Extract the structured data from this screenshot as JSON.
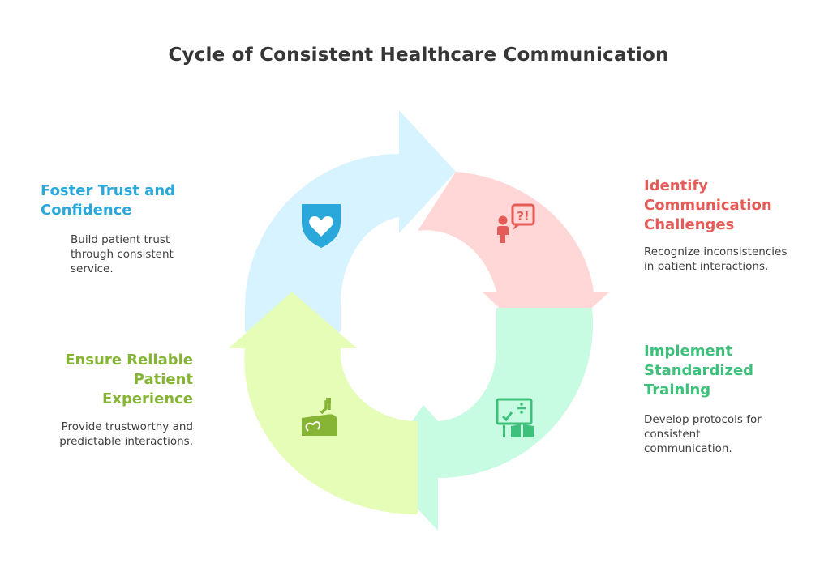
{
  "title": "Cycle of Consistent Healthcare Communication",
  "stages": [
    {
      "heading_lines": [
        "Foster Trust and",
        "Confidence"
      ],
      "description_lines": [
        "Build patient trust",
        "through consistent",
        "service."
      ],
      "color": "#2aa8dc",
      "fill": "#d6f3ff",
      "icon": "shield-heart-icon"
    },
    {
      "heading_lines": [
        "Identify",
        "Communication",
        "Challenges"
      ],
      "description_lines": [
        "Recognize inconsistencies",
        "in patient interactions."
      ],
      "color": "#e45b57",
      "fill": "#ffd7d6",
      "icon": "person-speech-alert-icon"
    },
    {
      "heading_lines": [
        "Implement",
        "Standardized",
        "Training"
      ],
      "description_lines": [
        "Develop protocols for",
        "consistent",
        "communication."
      ],
      "color": "#3cc07a",
      "fill": "#c7fbe2",
      "icon": "training-board-book-icon"
    },
    {
      "heading_lines": [
        "Ensure Reliable",
        "Patient",
        "Experience"
      ],
      "description_lines": [
        "Provide trustworthy and",
        "predictable interactions."
      ],
      "color": "#86b535",
      "fill": "#e6fdb8",
      "icon": "hand-stethoscope-icon"
    }
  ]
}
